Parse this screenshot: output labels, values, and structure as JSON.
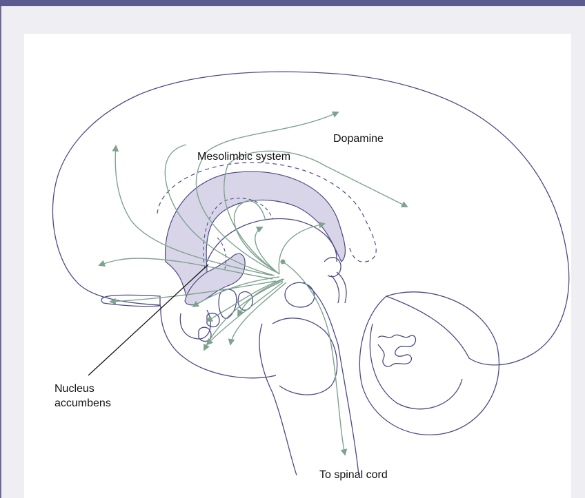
{
  "labels": {
    "dopamine": "Dopamine",
    "mesolimbic": "Mesolimbic system",
    "nucleus_line1": "Nucleus",
    "nucleus_line2": "accumbens",
    "spinal": "To spinal cord"
  },
  "colors": {
    "frame": "#5b5b8f",
    "outline": "#4a4a86",
    "pathway": "#7ea28e",
    "highlight_fill": "#d9d5e8",
    "panel": "#ffffff",
    "background": "#efeff3"
  }
}
